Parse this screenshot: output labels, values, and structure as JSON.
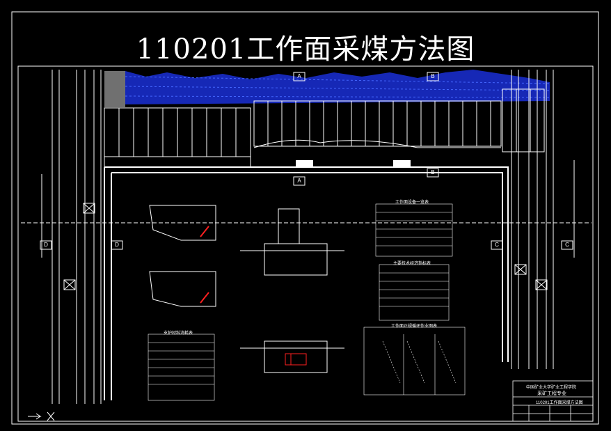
{
  "title": "110201工作面采煤方法图",
  "section_marks": {
    "a": "A",
    "b": "B",
    "c": "C",
    "d": "D"
  },
  "tables": {
    "equipment": "工作面设备一览表",
    "tech": "主要技术经济指标表",
    "support": "支护材料消耗表",
    "cycle": "工作面正规循环作业图表"
  },
  "title_block": {
    "school": "中国矿业大学矿业工程学院",
    "major": "采矿工程专业",
    "drawing": "110201工作面采煤方法图"
  },
  "colors": {
    "line": "#ffffff",
    "coal": "#1a2fd6",
    "accent": "#ff2020",
    "bg": "#000000"
  }
}
